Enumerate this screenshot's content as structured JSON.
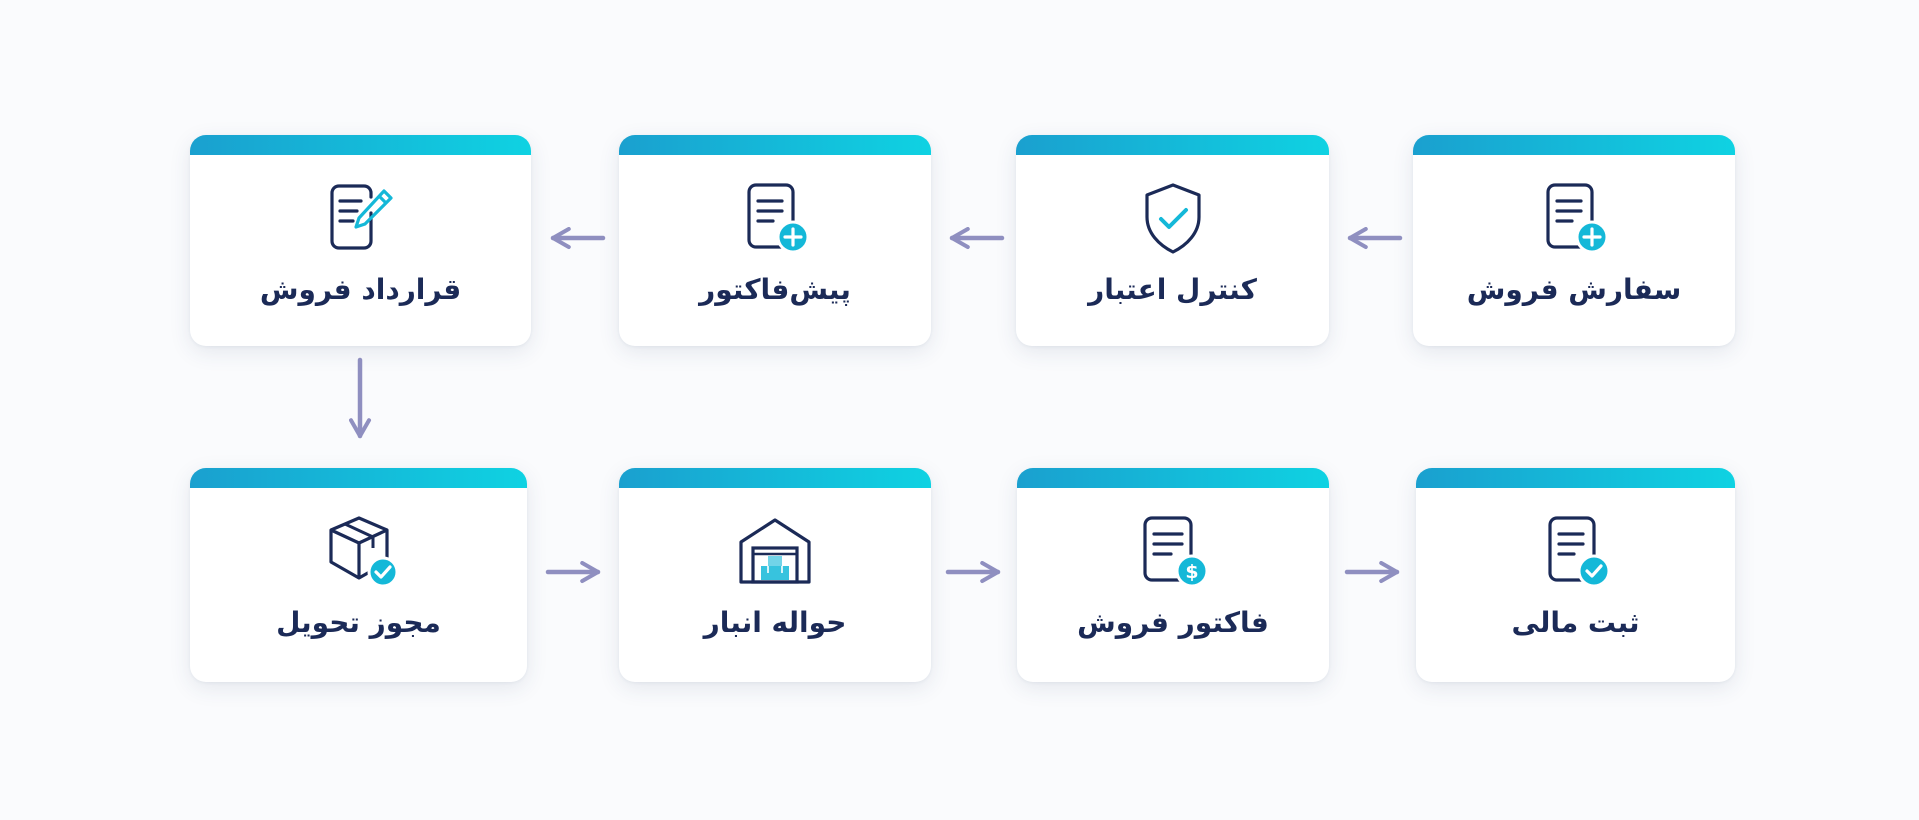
{
  "steps": [
    {
      "id": "sales-order",
      "label": "سفارش فروش",
      "icon": "document-plus-icon"
    },
    {
      "id": "credit-control",
      "label": "کنترل اعتبار",
      "icon": "shield-check-icon"
    },
    {
      "id": "proforma",
      "label": "پیش‌فاکتور",
      "icon": "document-plus-icon"
    },
    {
      "id": "sales-contract",
      "label": "قرارداد فروش",
      "icon": "document-pencil-icon"
    },
    {
      "id": "delivery-permit",
      "label": "مجوز تحویل",
      "icon": "box-check-icon"
    },
    {
      "id": "warehouse-order",
      "label": "حواله انبار",
      "icon": "warehouse-icon"
    },
    {
      "id": "sales-invoice",
      "label": "فاکتور فروش",
      "icon": "invoice-dollar-icon"
    },
    {
      "id": "financial-entry",
      "label": "ثبت مالی",
      "icon": "document-check-icon"
    }
  ],
  "colors": {
    "accent_start": "#1aa0cf",
    "accent_end": "#0fd2e2",
    "icon_stroke": "#1b2a57",
    "icon_accent": "#14b8d8",
    "arrow": "#8f8fc0",
    "text": "#1b2a57"
  }
}
